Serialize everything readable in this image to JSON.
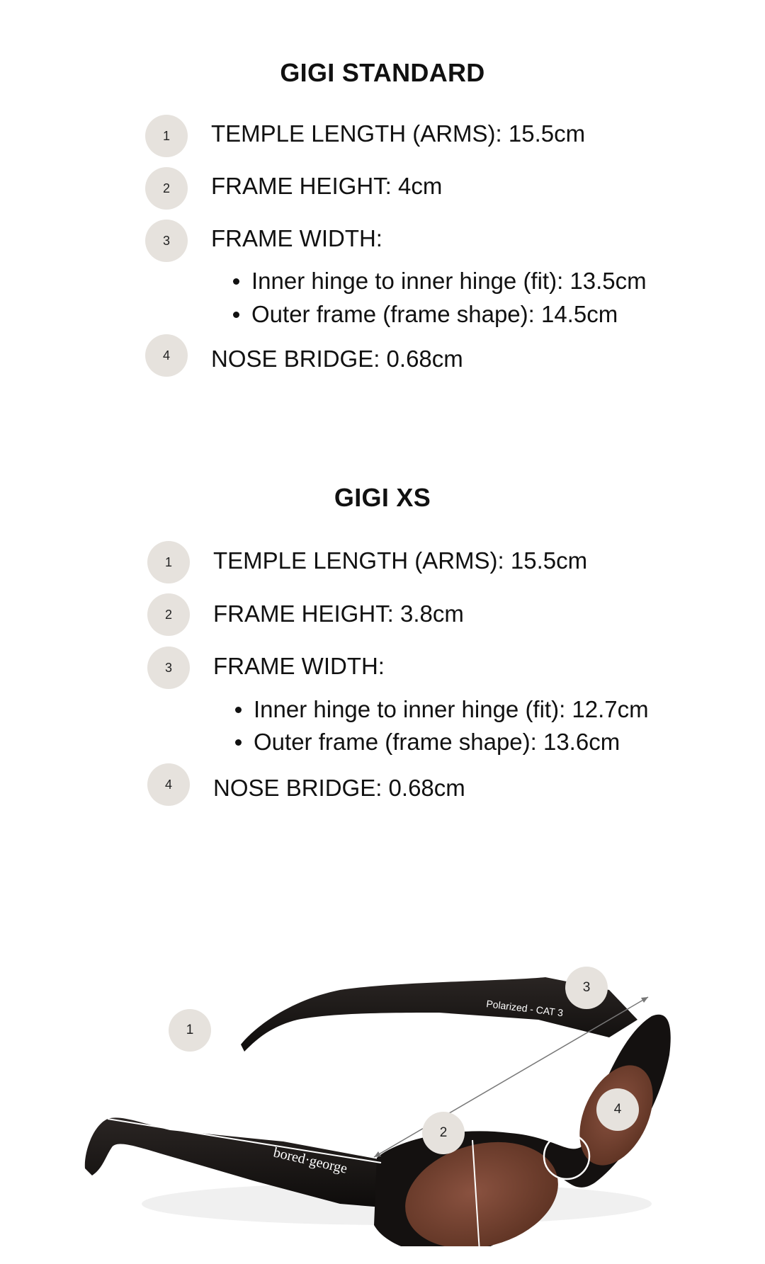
{
  "standard": {
    "title": "GIGI STANDARD",
    "rows": [
      {
        "num": "1",
        "label": "TEMPLE LENGTH (ARMS): 15.5cm"
      },
      {
        "num": "2",
        "label": "FRAME HEIGHT: 4cm"
      },
      {
        "num": "3",
        "label": "FRAME WIDTH:"
      },
      {
        "num": "4",
        "label": "NOSE BRIDGE: 0.68cm"
      }
    ],
    "bullets": [
      "Inner hinge to inner hinge (fit): 13.5cm",
      "Outer frame (frame shape): 14.5cm"
    ]
  },
  "xs": {
    "title": "GIGI XS",
    "rows": [
      {
        "num": "1",
        "label": "TEMPLE LENGTH (ARMS): 15.5cm"
      },
      {
        "num": "2",
        "label": "FRAME HEIGHT: 3.8cm"
      },
      {
        "num": "3",
        "label": "FRAME WIDTH:"
      },
      {
        "num": "4",
        "label": "NOSE BRIDGE: 0.68cm"
      }
    ],
    "bullets": [
      "Inner hinge to inner hinge (fit): 12.7cm",
      "Outer frame (frame shape): 13.6cm"
    ]
  },
  "figure": {
    "markers": [
      "1",
      "2",
      "3",
      "4"
    ],
    "brand_text": "bored·george",
    "arm_text": "Polarized - CAT 3",
    "colors": {
      "frame": "#141110",
      "lens": "#7a4634",
      "badge": "#e6e2dd"
    }
  }
}
